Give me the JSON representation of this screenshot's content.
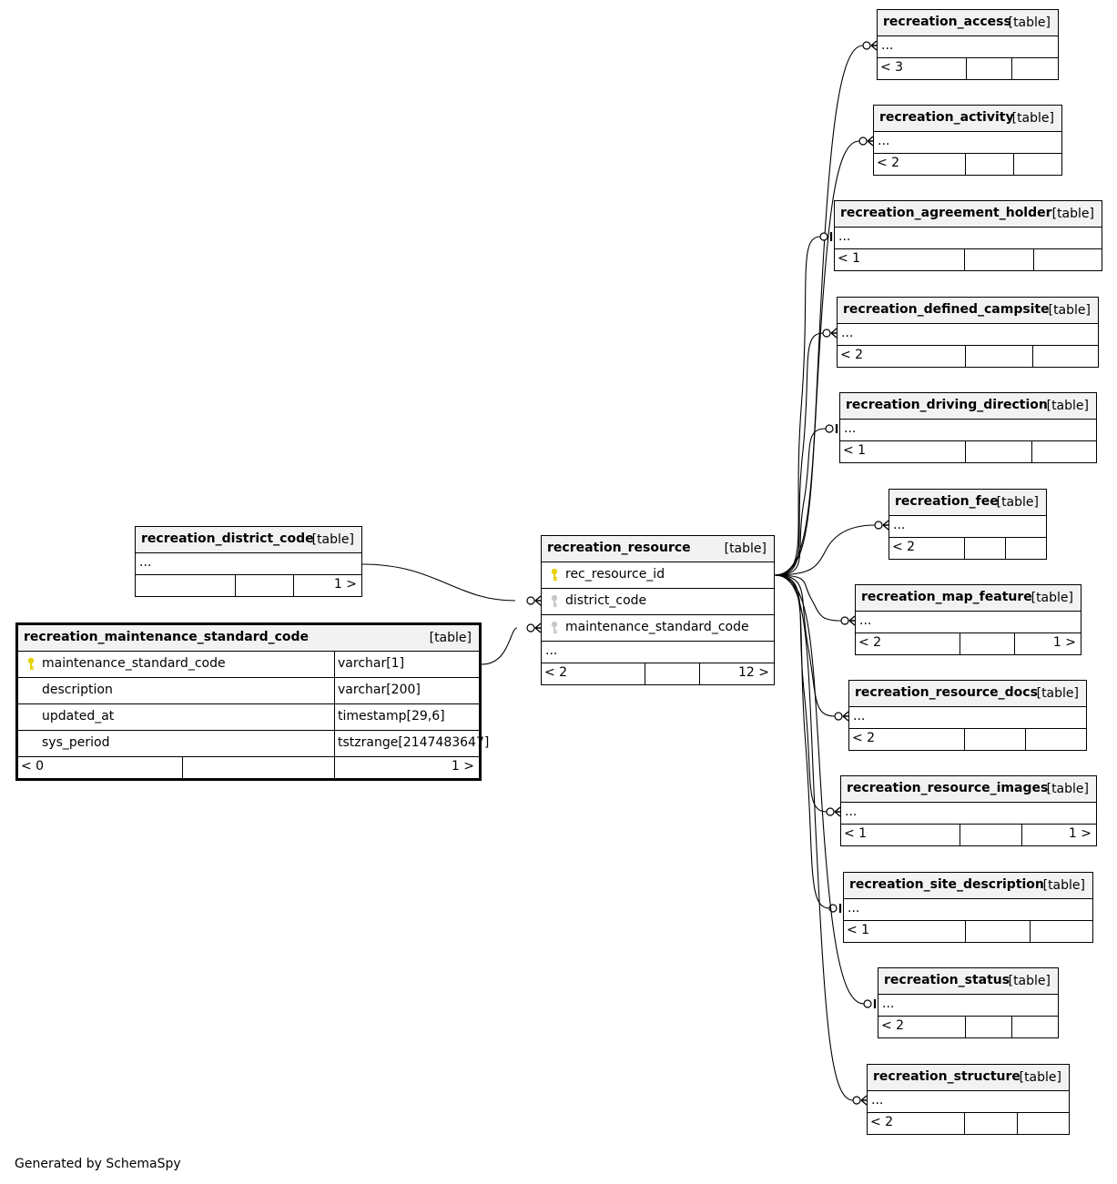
{
  "footer_credit": "Generated by SchemaSpy",
  "table_kind_label": "[table]",
  "ellipsis": "...",
  "colors": {
    "pk_key": "#e6d200",
    "fk_key": "#c8c8c8",
    "header_bg": "#f2f2f2",
    "line": "#000000"
  },
  "focus_table": {
    "name": "recreation_maintenance_standard_code",
    "kind": "[table]",
    "columns": [
      {
        "name": "maintenance_standard_code",
        "type": "varchar[1]",
        "key": "pk-key-icon"
      },
      {
        "name": "description",
        "type": "varchar[200]",
        "key": ""
      },
      {
        "name": "updated_at",
        "type": "timestamp[29,6]",
        "key": ""
      },
      {
        "name": "sys_period",
        "type": "tstzrange[2147483647]",
        "key": ""
      }
    ],
    "footer": {
      "parents": "< 0",
      "children": "1 >"
    }
  },
  "district_code": {
    "name": "recreation_district_code",
    "kind": "[table]",
    "ellipsis": "...",
    "footer": {
      "parents": "",
      "children": "1 >"
    }
  },
  "resource": {
    "name": "recreation_resource",
    "kind": "[table]",
    "columns": [
      {
        "name": "rec_resource_id",
        "key": "pk-key-icon"
      },
      {
        "name": "district_code",
        "key": "fk-key-icon"
      },
      {
        "name": "maintenance_standard_code",
        "key": "fk-key-icon"
      }
    ],
    "ellipsis": "...",
    "footer": {
      "parents": "< 2",
      "children": "12 >"
    }
  },
  "child_tables": [
    {
      "name": "recreation_access",
      "kind": "[table]",
      "ellipsis": "...",
      "parents": "< 3",
      "children": ""
    },
    {
      "name": "recreation_activity",
      "kind": "[table]",
      "ellipsis": "...",
      "parents": "< 2",
      "children": ""
    },
    {
      "name": "recreation_agreement_holder",
      "kind": "[table]",
      "ellipsis": "...",
      "parents": "< 1",
      "children": ""
    },
    {
      "name": "recreation_defined_campsite",
      "kind": "[table]",
      "ellipsis": "...",
      "parents": "< 2",
      "children": ""
    },
    {
      "name": "recreation_driving_direction",
      "kind": "[table]",
      "ellipsis": "...",
      "parents": "< 1",
      "children": ""
    },
    {
      "name": "recreation_fee",
      "kind": "[table]",
      "ellipsis": "...",
      "parents": "< 2",
      "children": ""
    },
    {
      "name": "recreation_map_feature",
      "kind": "[table]",
      "ellipsis": "...",
      "parents": "< 2",
      "children": "1 >"
    },
    {
      "name": "recreation_resource_docs",
      "kind": "[table]",
      "ellipsis": "...",
      "parents": "< 2",
      "children": ""
    },
    {
      "name": "recreation_resource_images",
      "kind": "[table]",
      "ellipsis": "...",
      "parents": "< 1",
      "children": "1 >"
    },
    {
      "name": "recreation_site_description",
      "kind": "[table]",
      "ellipsis": "...",
      "parents": "< 1",
      "children": ""
    },
    {
      "name": "recreation_status",
      "kind": "[table]",
      "ellipsis": "...",
      "parents": "< 2",
      "children": ""
    },
    {
      "name": "recreation_structure",
      "kind": "[table]",
      "ellipsis": "...",
      "parents": "< 2",
      "children": ""
    }
  ]
}
